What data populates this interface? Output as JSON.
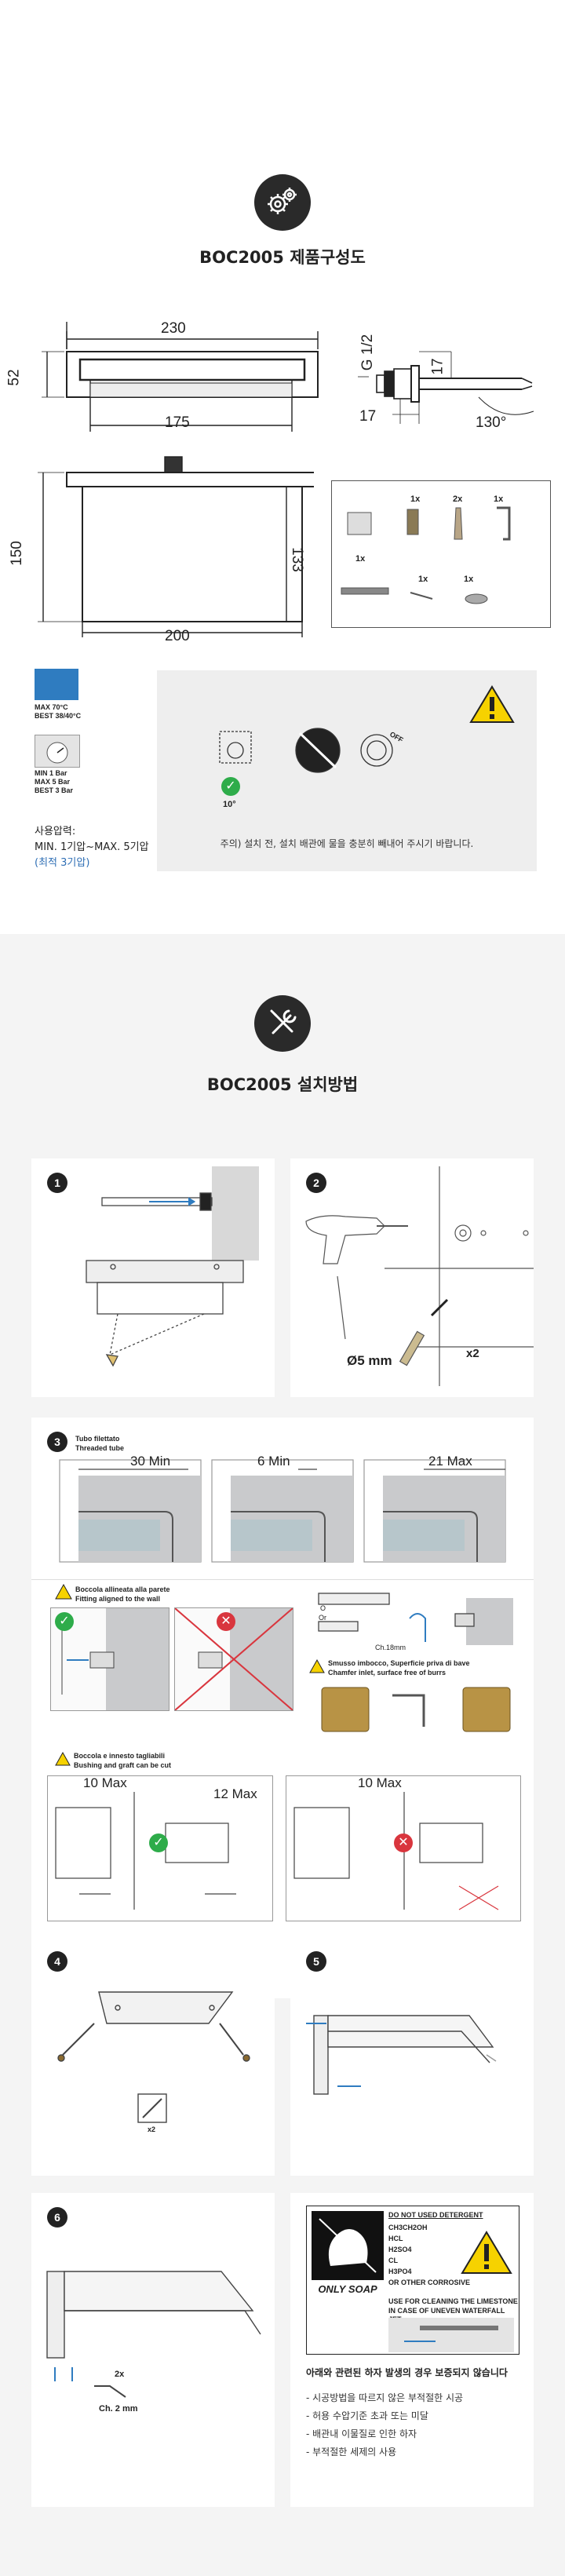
{
  "composition": {
    "title": "BOC2005 제품구성도",
    "dims": {
      "width_top": "230",
      "height_left": "52",
      "inner_width": "175",
      "thread": "G 1/2",
      "side_17a": "17",
      "side_17b": "17",
      "angle": "130°",
      "front_height": "150",
      "front_inner": "133",
      "front_width": "200"
    },
    "parts_quantities": [
      "1x",
      "2x",
      "1x",
      "1x",
      "1x",
      "1x"
    ],
    "pressure_icons": {
      "temp_lines": [
        "MAX 70°C",
        "BEST 38/40°C"
      ],
      "bar_lines": [
        "MIN 1 Bar",
        "MAX 5 Bar",
        "BEST 3 Bar"
      ]
    },
    "usage_pressure_label": "사용압력:",
    "usage_pressure_range": "MIN. 1기압~MAX. 5기압",
    "usage_pressure_best": "(최적 3기압)",
    "warning_angle": "10°",
    "warning_off": "OFF",
    "caution_text": "주의) 설치 전, 설치 배관에 물을 충분히 빼내어 주시기 바랍니다."
  },
  "install": {
    "title": "BOC2005 설치방법",
    "step1": {
      "num": "1"
    },
    "step2": {
      "num": "2",
      "drill_label": "Ø5 mm",
      "plug_qty": "x2"
    },
    "step3": {
      "num": "3",
      "tube_it": "Tubo filettato",
      "tube_en": "Threaded tube",
      "depth_labels": [
        "30 Min",
        "6 Min",
        "21 Max"
      ],
      "bushing_it": "Boccola allineata alla parete",
      "bushing_en": "Fitting aligned to the wall",
      "or_label": "O",
      "or_label2": "Or",
      "ch_label": "Ch.18mm",
      "chamfer_it": "Smusso imbocco, Superficie priva di bave",
      "chamfer_en": "Chamfer inlet, surface free of burrs",
      "cut_it": "Boccola e innesto tagliabili",
      "cut_en": "Bushing and graft can be cut",
      "max_a": "10 Max",
      "max_b": "12 Max",
      "max_c": "10 Max"
    },
    "step4": {
      "num": "4",
      "screw_qty": "x2"
    },
    "step5": {
      "num": "5"
    },
    "step6": {
      "num": "6",
      "qty": "2x",
      "ch_label": "Ch. 2 mm"
    },
    "maintenance": {
      "do_not_title": "DO NOT USED DETERGENT",
      "chemicals": [
        "CH3CH2OH",
        "HCL",
        "H2SO4",
        "CL",
        "H3PO4",
        "OR OTHER CORROSIVE"
      ],
      "only_soap": "ONLY SOAP",
      "limestone_line1": "USE FOR CLEANING THE LIMESTONE",
      "limestone_line2": "IN CASE OF UNEVEN WATERFALL JET"
    },
    "notice_title": "아래와 관련된 하자 발생의 경우 보증되지 않습니다",
    "notice_items": [
      "- 시공방법을 따르지 않은 부적절한 시공",
      "- 허용 수압기준 초과 또는 미달",
      "- 배관내 이물질로 인한 하자",
      "- 부적절한 세제의 사용"
    ]
  }
}
